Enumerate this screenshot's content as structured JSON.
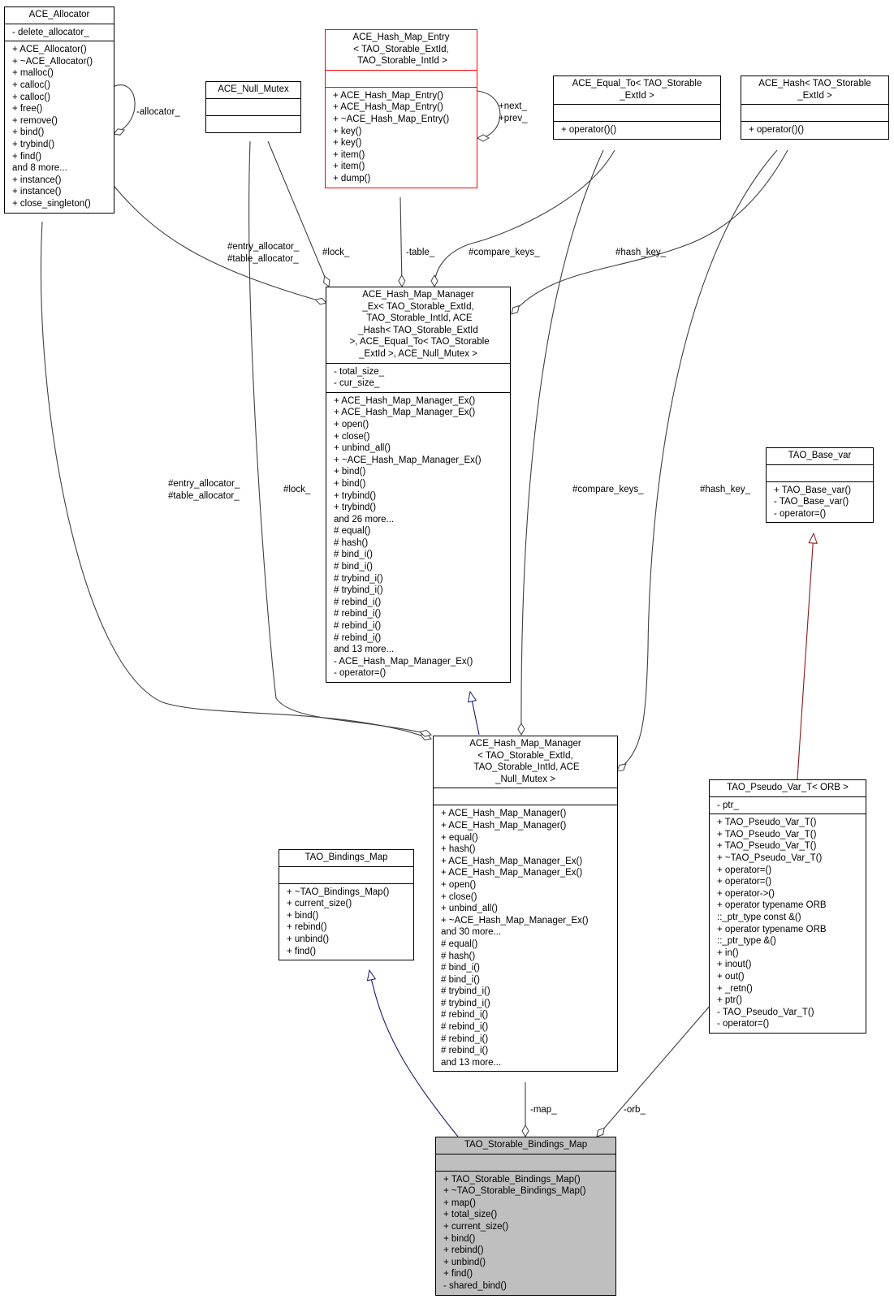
{
  "nodes": {
    "ace_allocator": {
      "title": "ACE_Allocator",
      "attributes": [
        "- delete_allocator_"
      ],
      "operations": [
        "+ ACE_Allocator()",
        "+ ~ACE_Allocator()",
        "+ malloc()",
        "+ calloc()",
        "+ calloc()",
        "+ free()",
        "+ remove()",
        "+ bind()",
        "+ trybind()",
        "+ find()",
        "and 8 more...",
        "+ instance()",
        "+ instance()",
        "+ close_singleton()"
      ]
    },
    "ace_null_mutex": {
      "title": "ACE_Null_Mutex",
      "attributes": [],
      "operations": []
    },
    "ace_hash_map_entry": {
      "title": "ACE_Hash_Map_Entry\n< TAO_Storable_ExtId,\n TAO_Storable_IntId >",
      "attributes": [],
      "operations": [
        "+ ACE_Hash_Map_Entry()",
        "+ ACE_Hash_Map_Entry()",
        "+ ~ACE_Hash_Map_Entry()",
        "+ key()",
        "+ key()",
        "+ item()",
        "+ item()",
        "+ dump()"
      ]
    },
    "ace_equal_to": {
      "title": "ACE_Equal_To< TAO_Storable\n_ExtId >",
      "attributes": [],
      "operations": [
        "+ operator()()"
      ]
    },
    "ace_hash": {
      "title": "ACE_Hash< TAO_Storable\n_ExtId >",
      "attributes": [],
      "operations": [
        "+ operator()()"
      ]
    },
    "ace_hash_map_manager_ex": {
      "title": "ACE_Hash_Map_Manager\n_Ex< TAO_Storable_ExtId,\n TAO_Storable_IntId, ACE\n_Hash< TAO_Storable_ExtId\n >, ACE_Equal_To< TAO_Storable\n_ExtId >, ACE_Null_Mutex >",
      "attributes": [
        "- total_size_",
        "- cur_size_"
      ],
      "operations": [
        "+ ACE_Hash_Map_Manager_Ex()",
        "+ ACE_Hash_Map_Manager_Ex()",
        "+ open()",
        "+ close()",
        "+ unbind_all()",
        "+ ~ACE_Hash_Map_Manager_Ex()",
        "+ bind()",
        "+ bind()",
        "+ trybind()",
        "+ trybind()",
        "and 26 more...",
        "# equal()",
        "# hash()",
        "# bind_i()",
        "# bind_i()",
        "# trybind_i()",
        "# trybind_i()",
        "# rebind_i()",
        "# rebind_i()",
        "# rebind_i()",
        "# rebind_i()",
        "and 13 more...",
        "- ACE_Hash_Map_Manager_Ex()",
        "- operator=()"
      ]
    },
    "tao_base_var": {
      "title": "TAO_Base_var",
      "attributes": [],
      "operations": [
        "+ TAO_Base_var()",
        "- TAO_Base_var()",
        "- operator=()"
      ]
    },
    "ace_hash_map_manager": {
      "title": "ACE_Hash_Map_Manager\n< TAO_Storable_ExtId,\n TAO_Storable_IntId, ACE\n_Null_Mutex >",
      "attributes": [],
      "operations": [
        "+ ACE_Hash_Map_Manager()",
        "+ ACE_Hash_Map_Manager()",
        "+ equal()",
        "+ hash()",
        "+ ACE_Hash_Map_Manager_Ex()",
        "+ ACE_Hash_Map_Manager_Ex()",
        "+ open()",
        "+ close()",
        "+ unbind_all()",
        "+ ~ACE_Hash_Map_Manager_Ex()",
        "and 30 more...",
        "# equal()",
        "# hash()",
        "# bind_i()",
        "# bind_i()",
        "# trybind_i()",
        "# trybind_i()",
        "# rebind_i()",
        "# rebind_i()",
        "# rebind_i()",
        "# rebind_i()",
        "and 13 more..."
      ]
    },
    "tao_pseudo_var_t": {
      "title": "TAO_Pseudo_Var_T< ORB >",
      "attributes": [
        "- ptr_"
      ],
      "operations": [
        "+ TAO_Pseudo_Var_T()",
        "+ TAO_Pseudo_Var_T()",
        "+ TAO_Pseudo_Var_T()",
        "+ ~TAO_Pseudo_Var_T()",
        "+ operator=()",
        "+ operator=()",
        "+ operator->()",
        "+ operator typename ORB\n::_ptr_type const &()",
        "+ operator typename ORB\n::_ptr_type &()",
        "+ in()",
        "+ inout()",
        "+ out()",
        "+ _retn()",
        "+ ptr()",
        "- TAO_Pseudo_Var_T()",
        "- operator=()"
      ]
    },
    "tao_bindings_map": {
      "title": "TAO_Bindings_Map",
      "attributes": [],
      "operations": [
        "+ ~TAO_Bindings_Map()",
        "+ current_size()",
        "+ bind()",
        "+ rebind()",
        "+ unbind()",
        "+ find()"
      ]
    },
    "tao_storable_bindings_map": {
      "title": "TAO_Storable_Bindings_Map",
      "attributes": [],
      "operations": [
        "+ TAO_Storable_Bindings_Map()",
        "+ ~TAO_Storable_Bindings_Map()",
        "+ map()",
        "+ total_size()",
        "+ current_size()",
        "+ bind()",
        "+ rebind()",
        "+ unbind()",
        "+ find()",
        "- shared_bind()"
      ]
    }
  },
  "edge_labels": {
    "allocator_self": "-allocator_",
    "next_prev": "+next_\n+prev_",
    "entry_table_alloc_1": "#entry_allocator_\n#table_allocator_",
    "lock_1": "#lock_",
    "table": "-table_",
    "compare_keys_1": "#compare_keys_",
    "hash_key_1": "#hash_key_",
    "entry_table_alloc_2": "#entry_allocator_\n#table_allocator_",
    "lock_2": "#lock_",
    "compare_keys_2": "#compare_keys_",
    "hash_key_2": "#hash_key_",
    "map": "-map_",
    "orb": "-orb_"
  },
  "colors": {
    "inheritance_blue": "#191970",
    "inheritance_red": "#8b1a1a",
    "association": "#404040",
    "highlight_border": "#ff0000",
    "selected_fill": "#bfbfbf"
  }
}
